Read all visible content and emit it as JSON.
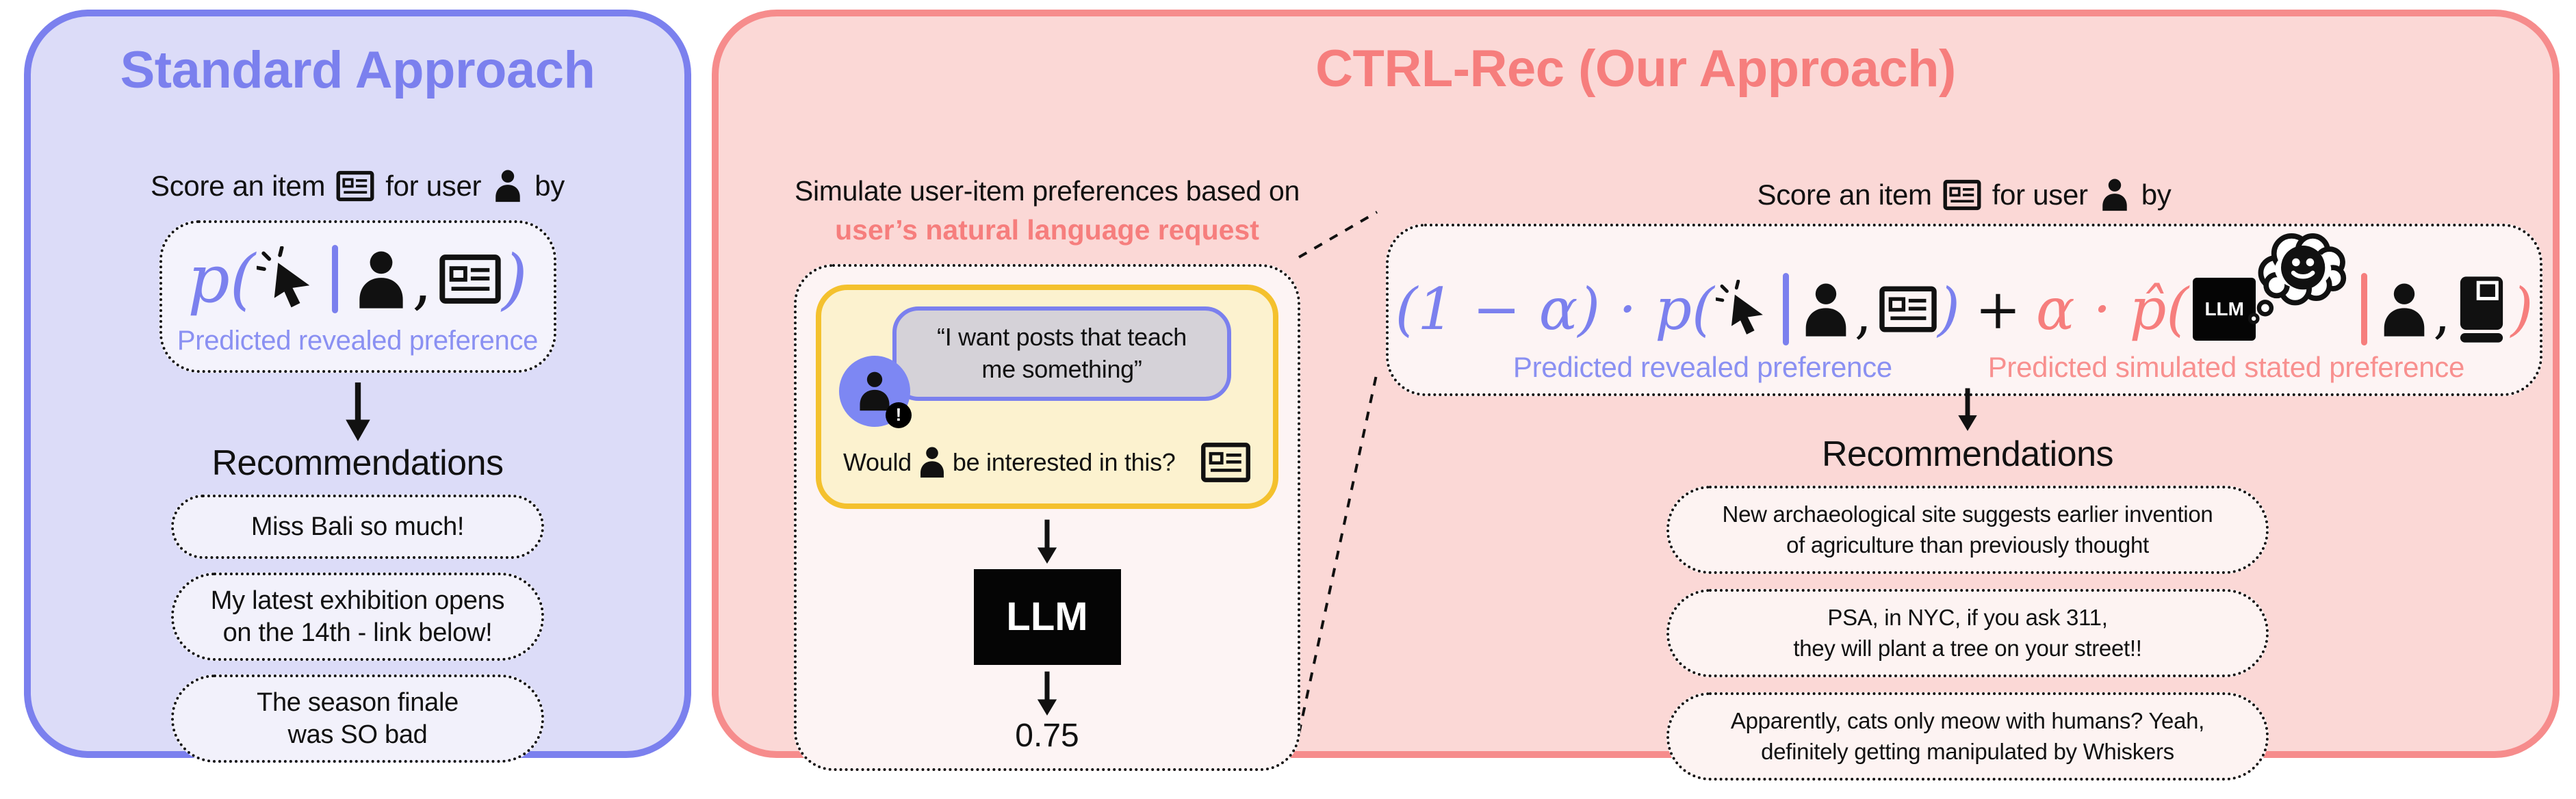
{
  "colors": {
    "left_border": "#7b80ee",
    "left_bg": "#dcdcf8",
    "left_accent": "#7b80ee",
    "left_label": "#8a90f2",
    "left_inner_bg": "#f4f3fc",
    "right_border": "#f68c8c",
    "right_bg": "#fbd8d6",
    "right_accent": "#f67e7d",
    "right_label": "#f8908f",
    "right_inner_bg": "#fdf4f4",
    "yellow_border": "#f4c12e",
    "yellow_bg": "#fcf2cf",
    "bubble_bg": "#d5d2d8",
    "bubble_border": "#7b80ee",
    "avatar_bg": "#7d87f3",
    "llm_bg": "#050505",
    "llm_text": "#ffffff"
  },
  "icons": {
    "item": "post-card-icon",
    "user": "person-silhouette-icon",
    "click": "cursor-click-icon",
    "book": "book-icon",
    "thought": "thought-cloud-smiley-icon",
    "arrow": "down-arrow-icon",
    "alert": "exclamation-badge"
  },
  "left_panel": {
    "title": "Standard Approach",
    "score_prefix": "Score an item",
    "score_mid": "for user",
    "score_suffix": "by",
    "formula_open": "p(",
    "formula_bar": "|",
    "formula_comma": ",",
    "formula_close": ")",
    "formula_label": "Predicted revealed preference",
    "recommendations_title": "Recommendations",
    "recs": [
      {
        "line1": "Miss Bali so much!"
      },
      {
        "line1": "My latest exhibition opens",
        "line2": "on the 14th - link below!"
      },
      {
        "line1": "The season finale",
        "line2": "was SO bad"
      }
    ]
  },
  "right_panel": {
    "title": "CTRL-Rec (Our Approach)",
    "sim_line1": "Simulate user-item preferences based on",
    "sim_line2": "user’s natural language request",
    "chat_line1": "“I want posts that teach",
    "chat_line2": "me something”",
    "avatar_badge": "!",
    "question_prefix": "Would",
    "question_suffix": "be interested in this?",
    "llm_label": "LLM",
    "llm_output": "0.75",
    "score_prefix": "Score an item",
    "score_mid": "for user",
    "score_suffix": "by",
    "formula_term1_open": "(1 − α) · p(",
    "formula_bar": "|",
    "formula_comma": ",",
    "formula_close": ")",
    "formula_plus": "+",
    "formula_term2_open": "α · p̂(",
    "formula_label_left": "Predicted revealed preference",
    "formula_label_right": "Predicted simulated stated preference",
    "recommendations_title": "Recommendations",
    "recs": [
      {
        "line1": "New archaeological site suggests earlier invention",
        "line2": "of agriculture than previously thought"
      },
      {
        "line1": "PSA, in NYC, if you ask 311,",
        "line2": "they will plant a tree on your street!!"
      },
      {
        "line1": "Apparently, cats only meow with humans? Yeah,",
        "line2": "definitely getting manipulated by Whiskers"
      }
    ]
  }
}
